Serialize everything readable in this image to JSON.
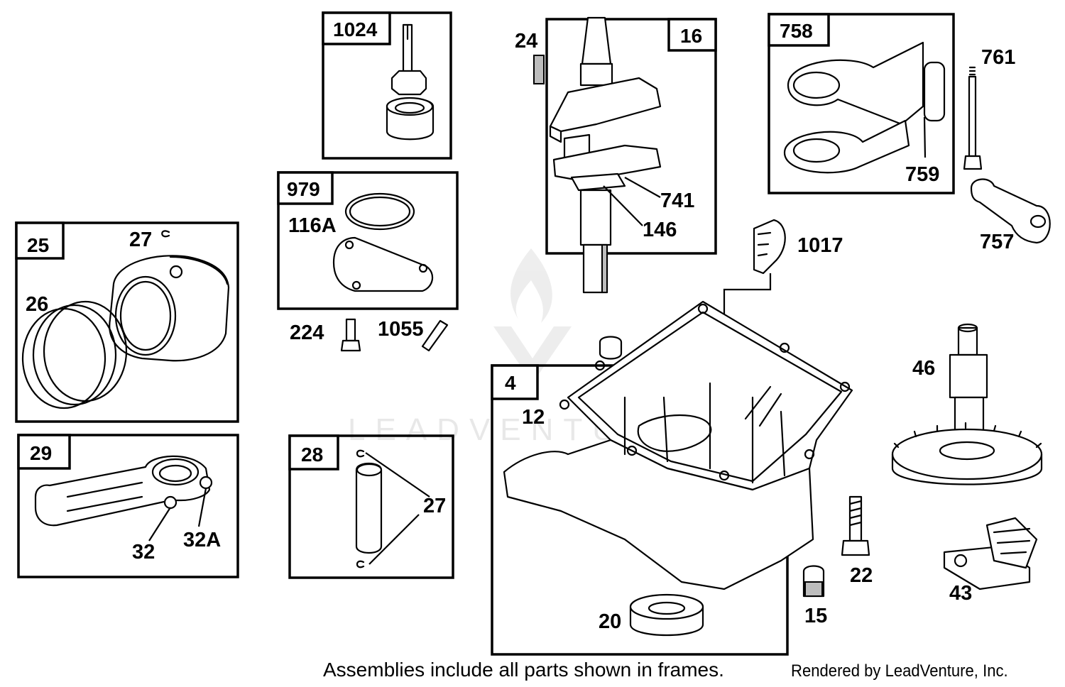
{
  "frames": [
    {
      "id": "1024"
    },
    {
      "id": "16"
    },
    {
      "id": "758"
    },
    {
      "id": "979"
    },
    {
      "id": "25"
    },
    {
      "id": "29"
    },
    {
      "id": "28"
    },
    {
      "id": "4"
    }
  ],
  "parts": {
    "p24": "24",
    "p761": "761",
    "p759": "759",
    "p757": "757",
    "p741": "741",
    "p146": "146",
    "p1017": "1017",
    "p116A": "116A",
    "p224": "224",
    "p1055": "1055",
    "p27a": "27",
    "p26": "26",
    "p32": "32",
    "p32A": "32A",
    "p27b": "27",
    "p12": "12",
    "p46": "46",
    "p22": "22",
    "p15": "15",
    "p20": "20",
    "p43": "43"
  },
  "watermark": "LEADVENTURE",
  "footer": {
    "note": "Assemblies include all parts shown in frames.",
    "credit": "Rendered by LeadVenture, Inc."
  }
}
